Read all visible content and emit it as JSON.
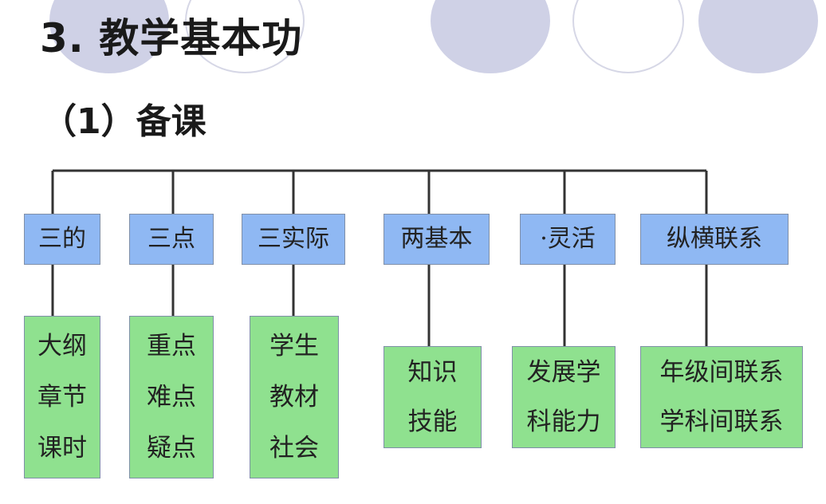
{
  "title": "3. 教学基本功",
  "subtitle": "（1）备课",
  "categories": [
    {
      "label": "三的",
      "details": [
        "大纲",
        "章节",
        "课时"
      ]
    },
    {
      "label": "三点",
      "details": [
        "重点",
        "难点",
        "疑点"
      ]
    },
    {
      "label": "三实际",
      "details": [
        "学生",
        "教材",
        "社会"
      ]
    },
    {
      "label": "两基本",
      "details": [
        "知识",
        "技能"
      ]
    },
    {
      "label": "·灵活",
      "details": [
        "发展学",
        "科能力"
      ]
    },
    {
      "label": "纵横联系",
      "details": [
        "年级间联系",
        "学科间联系"
      ]
    }
  ],
  "colors": {
    "category_fill": "#8fb8f3",
    "detail_fill": "#8fe18f",
    "connector": "#333333",
    "decor_circle": "#cfd1e6"
  }
}
